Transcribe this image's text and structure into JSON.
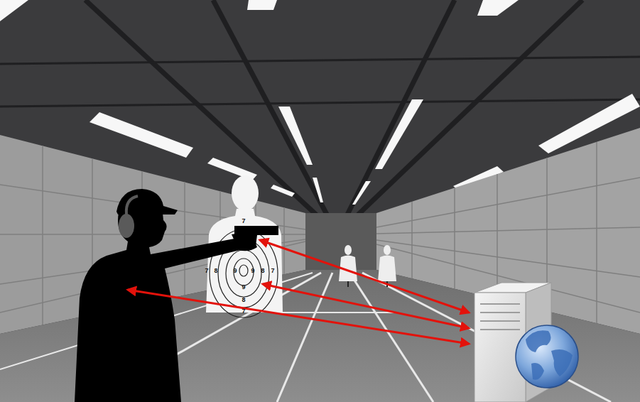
{
  "diagram": {
    "labels": [
      "7",
      "7",
      "8",
      "9",
      "9",
      "8",
      "7",
      "9",
      "8",
      "7"
    ]
  }
}
